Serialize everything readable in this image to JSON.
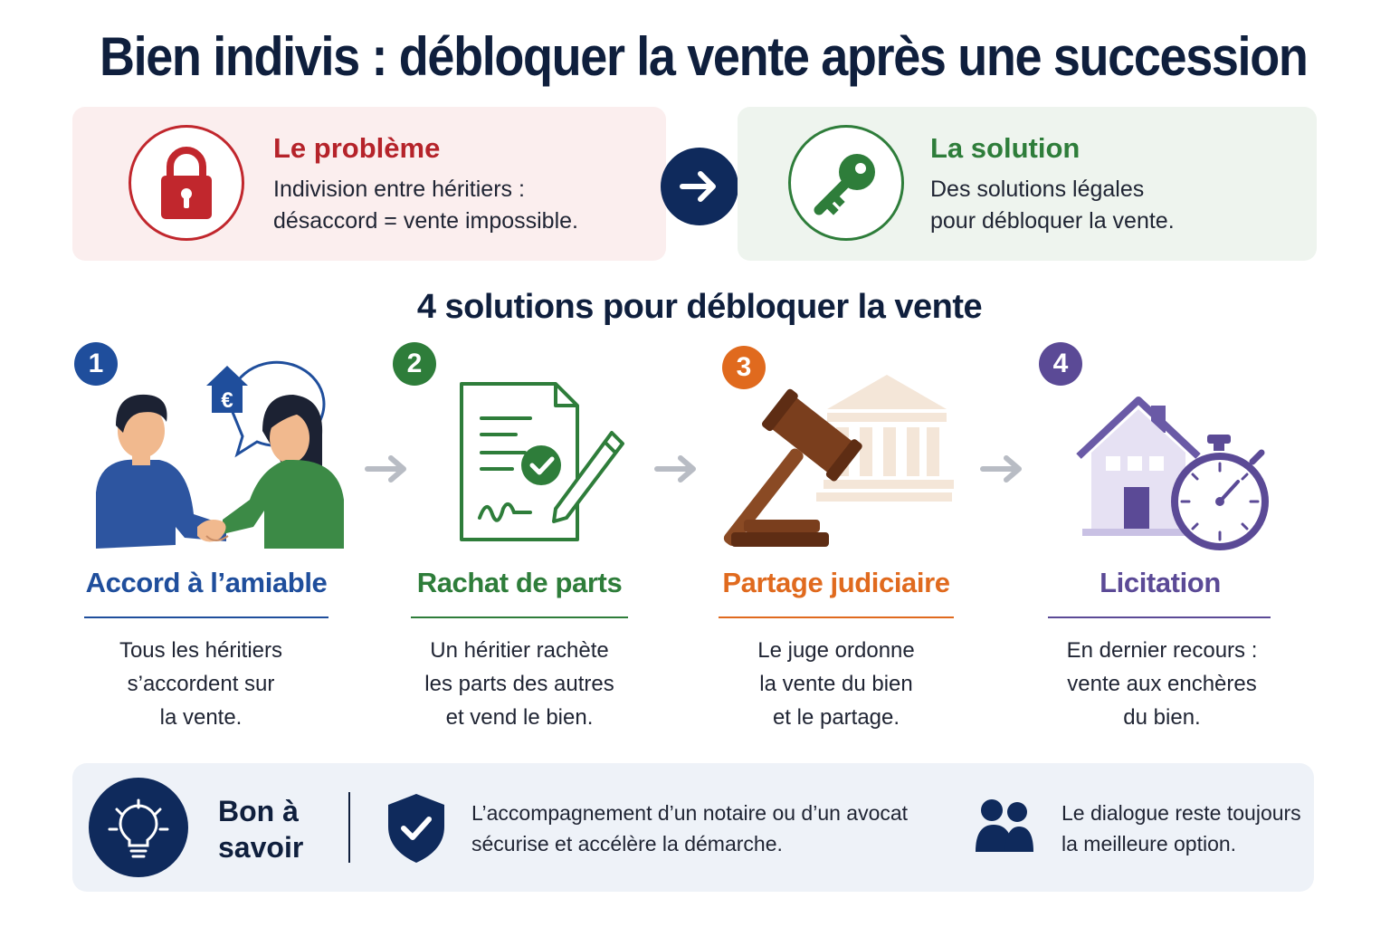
{
  "title": "Bien indivis : débloquer la vente après une succession",
  "problem": {
    "title": "Le problème",
    "line1": "Indivision entre héritiers :",
    "line2": "désaccord = vente impossible.",
    "icon": "padlock-icon",
    "color": "#c1272d"
  },
  "solution": {
    "title": "La solution",
    "line1": "Des solutions légales",
    "line2": "pour débloquer la vente.",
    "icon": "key-icon",
    "color": "#2e7d3a"
  },
  "section_title": "4 solutions pour débloquer la vente",
  "steps": [
    {
      "number": "1",
      "name": "Accord à l’amiable",
      "desc1": "Tous les héritiers",
      "desc2": "s’accordent sur",
      "desc3": "la vente.",
      "color": "#1f4e9c",
      "icon": "handshake-icon",
      "badge_symbol": "€"
    },
    {
      "number": "2",
      "name": "Rachat de parts",
      "desc1": "Un héritier rachète",
      "desc2": "les parts des autres",
      "desc3": "et vend le bien.",
      "color": "#2e7d3a",
      "icon": "signed-document-icon"
    },
    {
      "number": "3",
      "name": "Partage judiciaire",
      "desc1": "Le juge ordonne",
      "desc2": "la vente du bien",
      "desc3": "et le partage.",
      "color": "#e06a1e",
      "icon": "gavel-icon"
    },
    {
      "number": "4",
      "name": "Licitation",
      "desc1": "En dernier recours :",
      "desc2": "vente aux enchères",
      "desc3": "du bien.",
      "color": "#5b4a96",
      "icon": "house-stopwatch-icon"
    }
  ],
  "tips": {
    "label_line1": "Bon à",
    "label_line2": "savoir",
    "tip1_line1": "L’accompagnement d’un notaire ou d’un avocat",
    "tip1_line2": "sécurise et accélère la démarche.",
    "tip2_line1": "Le dialogue reste toujours",
    "tip2_line2": "la meilleure option.",
    "icon_bulb": "lightbulb-icon",
    "icon_shield": "shield-check-icon",
    "icon_people": "people-icon"
  }
}
